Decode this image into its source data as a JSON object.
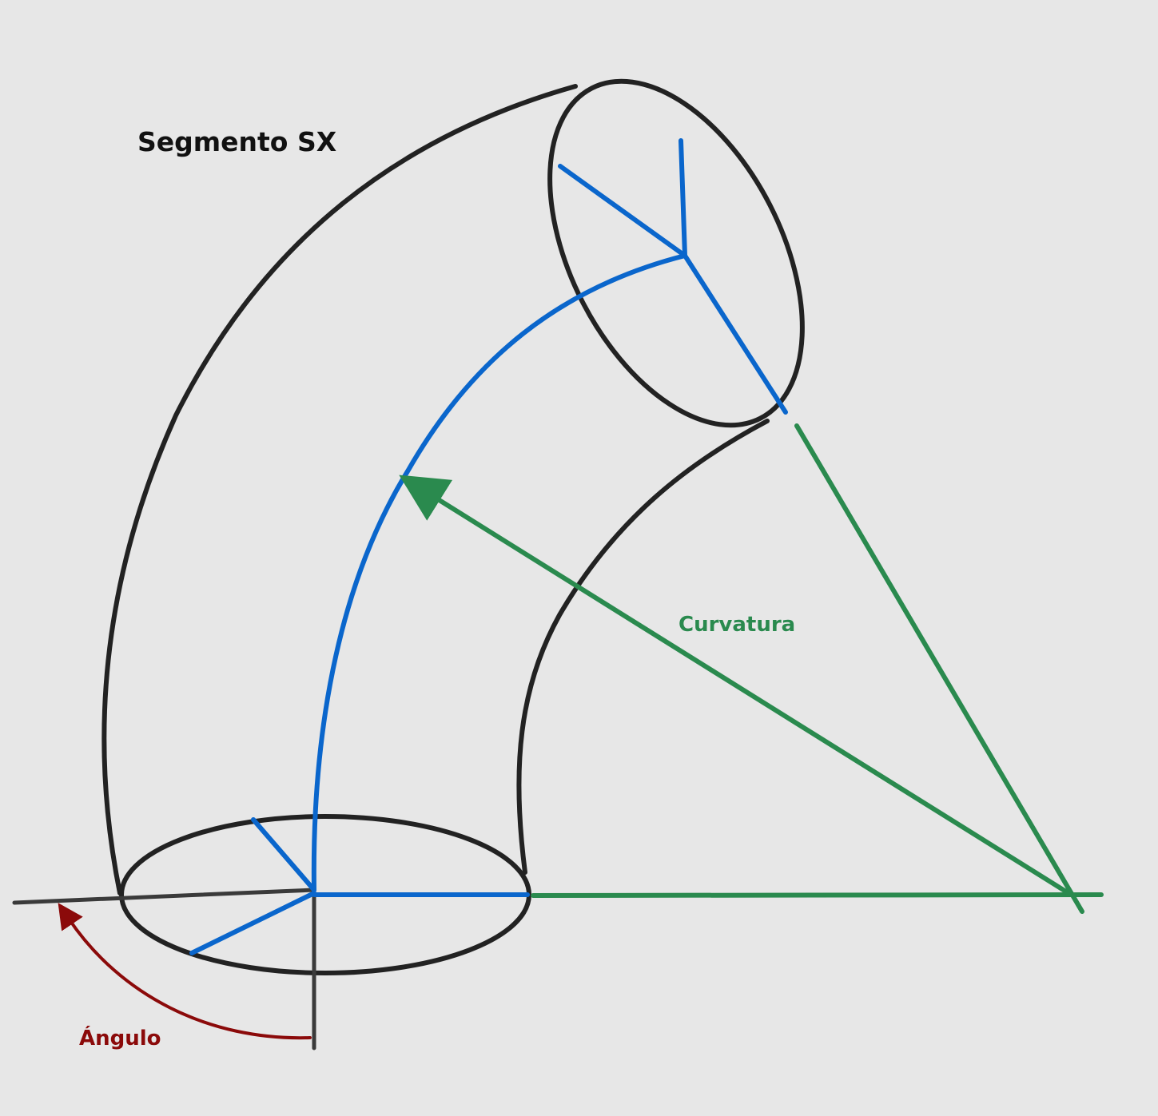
{
  "title": "Segmento SX",
  "labels": {
    "curvature": "Curvatura",
    "angle": "Ángulo"
  },
  "colors": {
    "background": "#e7e7e7",
    "outline": "#222222",
    "axis": "#3a3a3a",
    "centerline": "#0a66cc",
    "curvature": "#2a8a4e",
    "angle": "#8b0a0a"
  }
}
